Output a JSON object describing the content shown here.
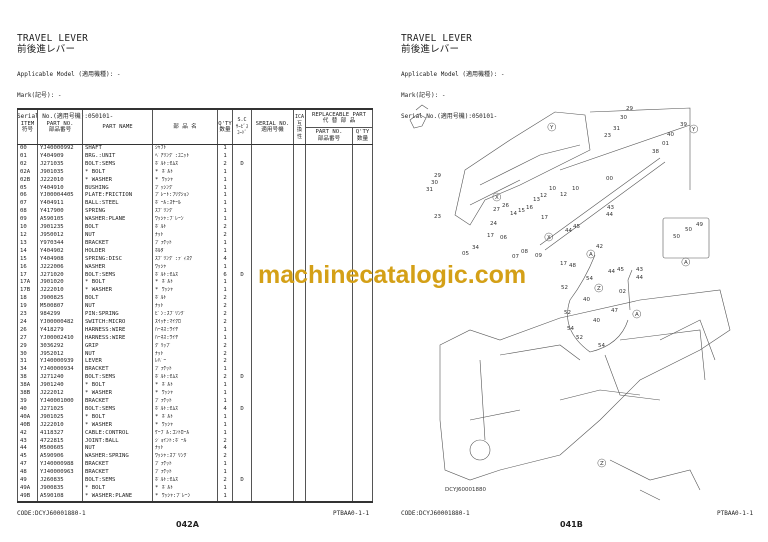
{
  "left_page": {
    "title_en": "TRAVEL LEVER",
    "title_jp": "前後進レバー",
    "meta": [
      "Applicable Model (適用機種): -",
      "Mark(記号): -",
      "Serial No.(適用号機):050101-"
    ],
    "headers": {
      "item": "ITEM\n符号",
      "part_no": "PART NO.\n部品番号",
      "part_name": "PART NAME",
      "jp_name": "部 品 名",
      "qty": "Q'TY\n数量",
      "sc": "S.C\nｻｰﾋﾞｽ\nｺｰﾄﾞ",
      "serial": "SERIAL NO.\n適用号機",
      "ica": "ICA\n互\n換\n性",
      "replaceable": "REPLACEABLE PART\n代 替 部 品",
      "rep_part_no": "PART NO.\n部品番号",
      "rep_qty": "Q'TY\n数量"
    },
    "rows": [
      [
        "00",
        "YJ40000992",
        "SHAFT",
        "ｼｬﾌﾄ",
        "1",
        ""
      ],
      [
        "01",
        "Y404909",
        "BRG.:UNIT",
        "ﾍﾞｱﾘﾝｸﾞ:ﾕﾆｯﾄ",
        "1",
        ""
      ],
      [
        "02",
        "J271035",
        "BOLT:SEMS",
        "ﾎﾞﾙﾄ:ｾﾑｽ",
        "2",
        "D"
      ],
      [
        "02A",
        "J901035",
        "* BOLT",
        "* ﾎﾞﾙﾄ",
        "1",
        ""
      ],
      [
        "02B",
        "J222010",
        "* WASHER",
        "* ﾜｯｼｬ",
        "1",
        ""
      ],
      [
        "05",
        "Y404910",
        "BUSHING",
        "ﾌﾞｯｼﾝｸﾞ",
        "1",
        ""
      ],
      [
        "06",
        "YJ00004405",
        "PLATE:FRICTION",
        "ﾌﾟﾚｰﾄ:ﾌﾘｸｼｮﾝ",
        "1",
        ""
      ],
      [
        "07",
        "Y404911",
        "BALL:STEEL",
        "ﾎﾞｰﾙ:ｽﾁｰﾙ",
        "1",
        ""
      ],
      [
        "08",
        "Y417900",
        "SPRING",
        "ｽﾌﾟﾘﾝｸﾞ",
        "1",
        ""
      ],
      [
        "09",
        "A590105",
        "WASHER:PLANE",
        "ﾜｯｼｬ:ﾌﾟﾚｰﾝ",
        "1",
        ""
      ],
      [
        "10",
        "J901235",
        "BOLT",
        "ﾎﾞﾙﾄ",
        "2",
        ""
      ],
      [
        "12",
        "J950012",
        "NUT",
        "ﾅｯﾄ",
        "2",
        ""
      ],
      [
        "13",
        "Y970344",
        "BRACKET",
        "ﾌﾞﾗｹｯﾄ",
        "1",
        ""
      ],
      [
        "14",
        "Y404902",
        "HOLDER",
        "ﾎﾙﾀﾞ",
        "1",
        ""
      ],
      [
        "15",
        "Y404908",
        "SPRING:DISC",
        "ｽﾌﾟﾘﾝｸﾞ:ﾃﾞｨｽｸ",
        "4",
        ""
      ],
      [
        "16",
        "J222006",
        "WASHER",
        "ﾜｯｼｬ",
        "1",
        ""
      ],
      [
        "17",
        "J271020",
        "BOLT:SEMS",
        "ﾎﾞﾙﾄ:ｾﾑｽ",
        "6",
        "D"
      ],
      [
        "17A",
        "J901020",
        "* BOLT",
        "* ﾎﾞﾙﾄ",
        "1",
        ""
      ],
      [
        "17B",
        "J222010",
        "* WASHER",
        "* ﾜｯｼｬ",
        "1",
        ""
      ],
      [
        "18",
        "J900825",
        "BOLT",
        "ﾎﾞﾙﾄ",
        "2",
        ""
      ],
      [
        "19",
        "M500807",
        "NUT",
        "ﾅｯﾄ",
        "2",
        ""
      ],
      [
        "23",
        "984299",
        "PIN:SPRING",
        "ﾋﾟﾝ:ｽﾌﾟﾘﾝｸﾞ",
        "2",
        ""
      ],
      [
        "24",
        "YJ00000482",
        "SWITCH:MICRO",
        "ｽｲｯﾁ:ﾏｲｸﾛ",
        "2",
        ""
      ],
      [
        "26",
        "Y418279",
        "HARNESS:WIRE",
        "ﾊｰﾈｽ:ﾜｲﾔ",
        "1",
        ""
      ],
      [
        "27",
        "YJ00002410",
        "HARNESS:WIRE",
        "ﾊｰﾈｽ:ﾜｲﾔ",
        "1",
        ""
      ],
      [
        "29",
        "3036292",
        "GRIP",
        "ｸﾞﾘｯﾌﾟ",
        "2",
        ""
      ],
      [
        "30",
        "J952012",
        "NUT",
        "ﾅｯﾄ",
        "2",
        ""
      ],
      [
        "31",
        "YJ40000939",
        "LEVER",
        "ﾚﾊﾞｰ",
        "2",
        ""
      ],
      [
        "34",
        "YJ40000934",
        "BRACKET",
        "ﾌﾞﾗｹｯﾄ",
        "1",
        ""
      ],
      [
        "38",
        "J271240",
        "BOLT:SEMS",
        "ﾎﾞﾙﾄ:ｾﾑｽ",
        "2",
        "D"
      ],
      [
        "38A",
        "J901240",
        "* BOLT",
        "* ﾎﾞﾙﾄ",
        "1",
        ""
      ],
      [
        "38B",
        "J222012",
        "* WASHER",
        "* ﾜｯｼｬ",
        "1",
        ""
      ],
      [
        "39",
        "YJ40001000",
        "BRACKET",
        "ﾌﾞﾗｹｯﾄ",
        "1",
        ""
      ],
      [
        "40",
        "J271025",
        "BOLT:SEMS",
        "ﾎﾞﾙﾄ:ｾﾑｽ",
        "4",
        "D"
      ],
      [
        "40A",
        "J901025",
        "* BOLT",
        "* ﾎﾞﾙﾄ",
        "1",
        ""
      ],
      [
        "40B",
        "J222010",
        "* WASHER",
        "* ﾜｯｼｬ",
        "1",
        ""
      ],
      [
        "42",
        "4118327",
        "CABLE:CONTROL",
        "ｹｰﾌﾞﾙ:ｺﾝﾄﾛｰﾙ",
        "1",
        ""
      ],
      [
        "43",
        "4722815",
        "JOINT:BALL",
        "ｼﾞｮｲﾝﾄ:ﾎﾞｰﾙ",
        "2",
        ""
      ],
      [
        "44",
        "M500605",
        "NUT",
        "ﾅｯﾄ",
        "4",
        ""
      ],
      [
        "45",
        "A590906",
        "WASHER:SPRING",
        "ﾜｯｼｬ:ｽﾌﾟﾘﾝｸﾞ",
        "2",
        ""
      ],
      [
        "47",
        "YJ40000988",
        "BRACKET",
        "ﾌﾞﾗｹｯﾄ",
        "1",
        ""
      ],
      [
        "48",
        "YJ40000963",
        "BRACKET",
        "ﾌﾞﾗｹｯﾄ",
        "1",
        ""
      ],
      [
        "49",
        "J260835",
        "BOLT:SEMS",
        "ﾎﾞﾙﾄ:ｾﾑｽ",
        "2",
        "D"
      ],
      [
        "49A",
        "J900835",
        "* BOLT",
        "* ﾎﾞﾙﾄ",
        "1",
        ""
      ],
      [
        "49B",
        "A590108",
        "* WASHER:PLANE",
        "* ﾜｯｼｬ:ﾌﾟﾚｰﾝ",
        "1",
        ""
      ]
    ],
    "code": "CODE:DCYJ60001880-1",
    "page_ref": "PTBAA0-1-1",
    "page_number": "042A"
  },
  "right_page": {
    "title_en": "TRAVEL LEVER",
    "title_jp": "前後進レバー",
    "meta": [
      "Applicable Model (適用機種): -",
      "Mark(記号): -",
      "Serial No.(適用号機):050101-"
    ],
    "diagram_code": "DCYJ60001880",
    "callouts": [
      "29",
      "30",
      "31",
      "23",
      "39",
      "40",
      "01",
      "38",
      "00",
      "29",
      "30",
      "31",
      "23",
      "27",
      "26",
      "14",
      "15",
      "16",
      "13",
      "12",
      "10",
      "12",
      "10",
      "43",
      "44",
      "17",
      "44",
      "45",
      "24",
      "17",
      "06",
      "34",
      "05",
      "07",
      "08",
      "09",
      "17",
      "48",
      "42",
      "A",
      "X",
      "X",
      "Y",
      "Y",
      "49",
      "50",
      "50",
      "A",
      "54",
      "52",
      "40",
      "44",
      "45",
      "43",
      "44",
      "Z",
      "02",
      "47",
      "A",
      "52",
      "54",
      "40",
      "52",
      "54",
      "Z"
    ],
    "code": "CODE:DCYJ60001880-1",
    "page_ref": "PTBAA0-1-1",
    "page_number": "041B"
  },
  "watermark": "machinecatalogic.com",
  "colors": {
    "watermark": "#d4a017",
    "ink": "#222222"
  }
}
